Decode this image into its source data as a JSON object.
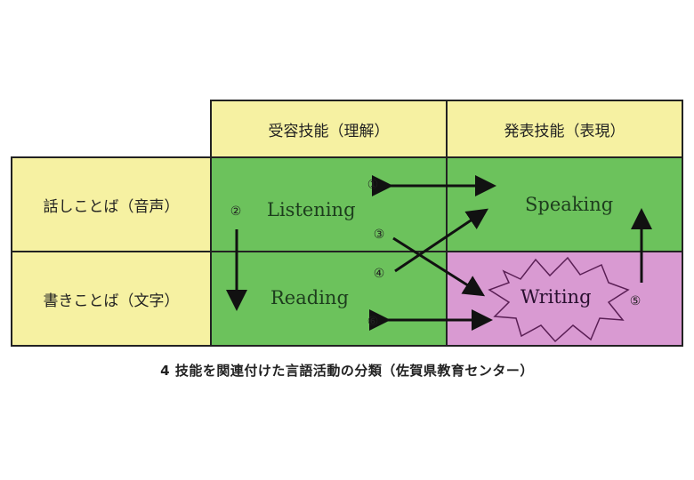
{
  "columns": {
    "receptive": "受容技能（理解）",
    "productive": "発表技能（表現）"
  },
  "rows": {
    "spoken": "話しことば（音声）",
    "written": "書きことば（文字）"
  },
  "skills": {
    "listening": "Listening",
    "speaking": "Speaking",
    "reading": "Reading",
    "writing": "Writing"
  },
  "markers": {
    "m1": "①",
    "m2": "②",
    "m3": "③",
    "m4": "④",
    "m5": "⑤",
    "m6": "⑥"
  },
  "caption": "4 技能を関連付けた言語活動の分類（佐賀県教育センター）",
  "colors": {
    "header_bg": "#f6f1a2",
    "green": "#6cc25c",
    "pink": "#d99ad2",
    "writing_burst": "#d99ad2"
  }
}
